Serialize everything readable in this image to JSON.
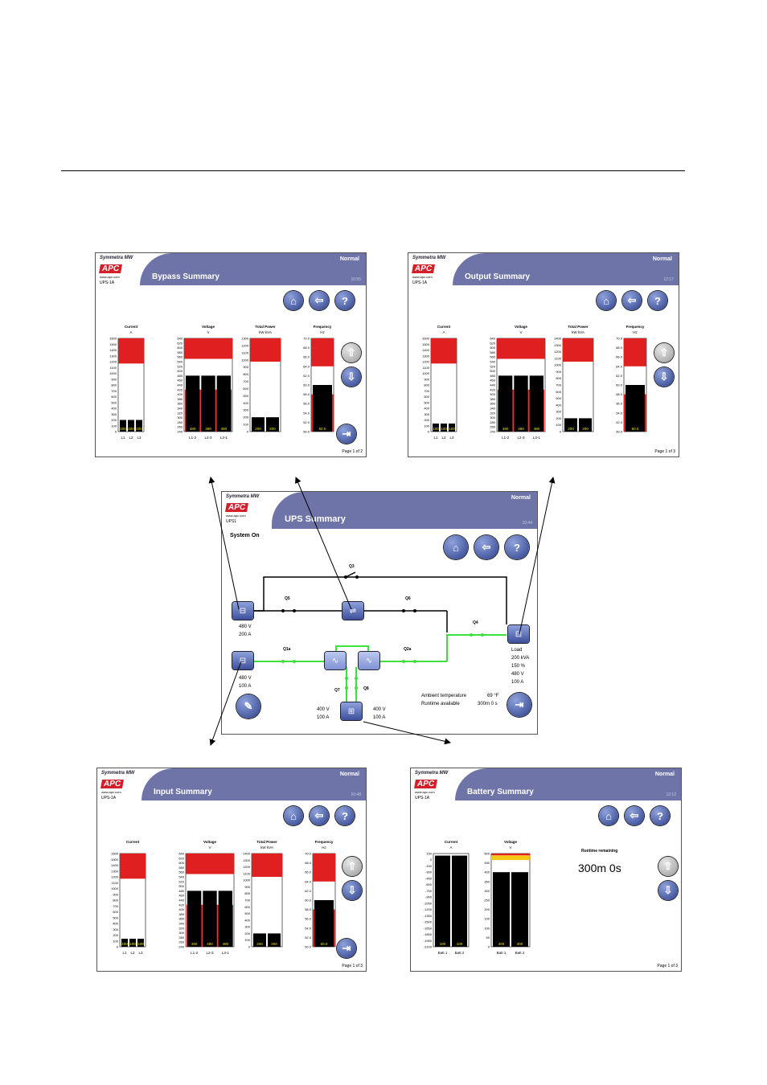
{
  "bypass": {
    "brand": "Symmetra MW",
    "logo": "APC",
    "url": "www.apc.com",
    "unit": "UPS-1A",
    "title": "Bypass Summary",
    "status": "Normal",
    "time": "10:55",
    "page": "Page 1 of 2",
    "charts": [
      {
        "title": "Current",
        "unit": "A",
        "ticks": [
          "1600",
          "1500",
          "1400",
          "1300",
          "1200",
          "1100",
          "1000",
          "900",
          "800",
          "700",
          "600",
          "500",
          "400",
          "300",
          "200",
          "100",
          "0"
        ],
        "bars": [
          {
            "label": "L1",
            "value": "200"
          },
          {
            "label": "L2",
            "value": "200"
          },
          {
            "label": "L3",
            "value": "200"
          }
        ]
      },
      {
        "title": "Voltage",
        "unit": "V",
        "ticks": [
          "640",
          "620",
          "600",
          "580",
          "560",
          "540",
          "520",
          "500",
          "480",
          "460",
          "440",
          "420",
          "400",
          "380",
          "360",
          "340",
          "320",
          "300",
          "280",
          "260",
          "240"
        ],
        "bars": [
          {
            "label": "L1-2",
            "value": "480"
          },
          {
            "label": "L2-3",
            "value": "480"
          },
          {
            "label": "L3-1",
            "value": "480"
          }
        ]
      },
      {
        "title": "Total Power",
        "unit": "kW   kVA",
        "ticks": [
          "1300",
          "1200",
          "1100",
          "1000",
          "900",
          "800",
          "700",
          "600",
          "500",
          "400",
          "300",
          "200",
          "100",
          "0"
        ],
        "bars": [
          {
            "label": "",
            "value": "200"
          },
          {
            "label": "",
            "value": "200"
          }
        ]
      },
      {
        "title": "Frequency",
        "unit": "Hz",
        "ticks": [
          "70.0",
          "68.0",
          "66.0",
          "64.0",
          "62.0",
          "60.0",
          "58.0",
          "56.0",
          "54.0",
          "52.0",
          "50.0"
        ],
        "bars": [
          {
            "label": "",
            "value": "60.0"
          }
        ]
      }
    ]
  },
  "output": {
    "brand": "Symmetra MW",
    "logo": "APC",
    "url": "www.apc.com",
    "unit": "UPS-1A",
    "title": "Output Summary",
    "status": "Normal",
    "time": "12:17",
    "page": "Page 1 of 3",
    "charts": [
      {
        "title": "Current",
        "unit": "A",
        "ticks": [
          "1600",
          "1500",
          "1400",
          "1300",
          "1200",
          "1100",
          "1000",
          "900",
          "800",
          "700",
          "600",
          "500",
          "400",
          "300",
          "200",
          "100",
          "0"
        ],
        "bars": [
          {
            "label": "L1",
            "value": "100"
          },
          {
            "label": "L2",
            "value": "100"
          },
          {
            "label": "L3",
            "value": "100"
          }
        ]
      },
      {
        "title": "Voltage",
        "unit": "V",
        "ticks": [
          "640",
          "620",
          "600",
          "580",
          "560",
          "540",
          "520",
          "500",
          "480",
          "460",
          "440",
          "420",
          "400",
          "380",
          "360",
          "340",
          "320",
          "300",
          "280",
          "260",
          "240"
        ],
        "bars": [
          {
            "label": "L1-2",
            "value": "480"
          },
          {
            "label": "L2-3",
            "value": "480"
          },
          {
            "label": "L3-1",
            "value": "480"
          }
        ]
      },
      {
        "title": "Total Power",
        "unit": "kW   kVA",
        "ticks": [
          "1400",
          "1300",
          "1200",
          "1100",
          "1000",
          "900",
          "800",
          "700",
          "600",
          "500",
          "400",
          "300",
          "200",
          "100",
          "0"
        ],
        "bars": [
          {
            "label": "",
            "value": "200"
          },
          {
            "label": "",
            "value": "200"
          }
        ]
      },
      {
        "title": "Frequency",
        "unit": "Hz",
        "ticks": [
          "70.0",
          "68.0",
          "66.0",
          "64.0",
          "62.0",
          "60.0",
          "58.0",
          "56.0",
          "54.0",
          "52.0",
          "50.0"
        ],
        "bars": [
          {
            "label": "",
            "value": "60.0"
          }
        ]
      }
    ]
  },
  "input": {
    "brand": "Symmetra MW",
    "logo": "APC",
    "url": "www.apc.com",
    "unit": "UPS-1A",
    "title": "Input Summary",
    "status": "Normal",
    "time": "10:48",
    "page": "Page 1 of 3",
    "charts": [
      {
        "title": "Current",
        "unit": "",
        "ticks": [
          "1600",
          "1500",
          "1400",
          "1300",
          "1200",
          "1100",
          "1000",
          "900",
          "800",
          "700",
          "600",
          "500",
          "400",
          "300",
          "200",
          "100",
          "0"
        ],
        "bars": [
          {
            "label": "L1",
            "value": "100"
          },
          {
            "label": "L2",
            "value": "100"
          },
          {
            "label": "L3",
            "value": "100"
          }
        ]
      },
      {
        "title": "Voltage",
        "unit": "V",
        "ticks": [
          "640",
          "620",
          "600",
          "580",
          "560",
          "540",
          "520",
          "500",
          "480",
          "460",
          "440",
          "420",
          "400",
          "380",
          "360",
          "340",
          "320",
          "300",
          "280",
          "260",
          "240"
        ],
        "bars": [
          {
            "label": "L1-2",
            "value": "480"
          },
          {
            "label": "L2-3",
            "value": "480"
          },
          {
            "label": "L3-1",
            "value": "480"
          }
        ]
      },
      {
        "title": "Total Power",
        "unit": "kW   kVA",
        "ticks": [
          "1400",
          "1300",
          "1200",
          "1100",
          "1000",
          "900",
          "800",
          "700",
          "600",
          "500",
          "400",
          "300",
          "200",
          "100",
          "0"
        ],
        "bars": [
          {
            "label": "",
            "value": "200"
          },
          {
            "label": "",
            "value": "200"
          }
        ]
      },
      {
        "title": "Frequency",
        "unit": "Hz",
        "ticks": [
          "70.0",
          "68.0",
          "66.0",
          "64.0",
          "62.0",
          "60.0",
          "58.0",
          "56.0",
          "54.0",
          "52.0",
          "50.0"
        ],
        "bars": [
          {
            "label": "",
            "value": "60.0"
          }
        ]
      }
    ]
  },
  "battery": {
    "brand": "Symmetra MW",
    "logo": "APC",
    "url": "www.apc.com",
    "unit": "UPS-1A",
    "title": "Battery Summary",
    "status": "Normal",
    "time": "12:12",
    "page": "Page 1 of 3",
    "runtime_label": "Runtime remaining",
    "runtime": "300m 0s",
    "charts": [
      {
        "title": "Current",
        "unit": "A",
        "ticks": [
          "150",
          "0",
          "-150",
          "-300",
          "-450",
          "-600",
          "-750",
          "-900",
          "-1050",
          "-1200",
          "-1350",
          "-1500",
          "-1650",
          "-1800",
          "-1950",
          "-2100"
        ],
        "bars": [
          {
            "label": "Batt 1",
            "value": "100"
          },
          {
            "label": "Batt 2",
            "value": "100"
          }
        ]
      },
      {
        "title": "Voltage",
        "unit": "V",
        "ticks": [
          "500",
          "450",
          "400",
          "350",
          "300",
          "250",
          "200",
          "150",
          "100",
          "50",
          "0"
        ],
        "bars": [
          {
            "label": "Batt 1",
            "value": "400"
          },
          {
            "label": "Batt 2",
            "value": "400"
          }
        ]
      }
    ]
  },
  "ups": {
    "brand": "Symmetra MW",
    "logo": "APC",
    "url": "www.apc.com",
    "unit": "UPS1",
    "title": "UPS Summary",
    "status": "Normal",
    "time": "10:44",
    "system": "System On",
    "switches": {
      "q3": "Q3",
      "q5": "Q5",
      "q6": "Q6",
      "q4": "Q4",
      "q1a": "Q1a",
      "q2a": "Q2a",
      "q7": "Q7",
      "q8": "Q8"
    },
    "bypass_v": "480 V",
    "bypass_a": "200 A",
    "input_v": "480 V",
    "input_a": "100 A",
    "load_label": "Load",
    "load_kva": "200 kVA",
    "load_pct": "150 %",
    "load_v": "480 V",
    "load_a": "100 A",
    "batt1_v": "400 V",
    "batt1_a": "100 A",
    "batt2_v": "400 V",
    "batt2_a": "100 A",
    "ambient_label": "Ambient temperature",
    "ambient_val": "69 °F",
    "runtime_label": "Runtime available",
    "runtime_val": "300m 0 s"
  }
}
